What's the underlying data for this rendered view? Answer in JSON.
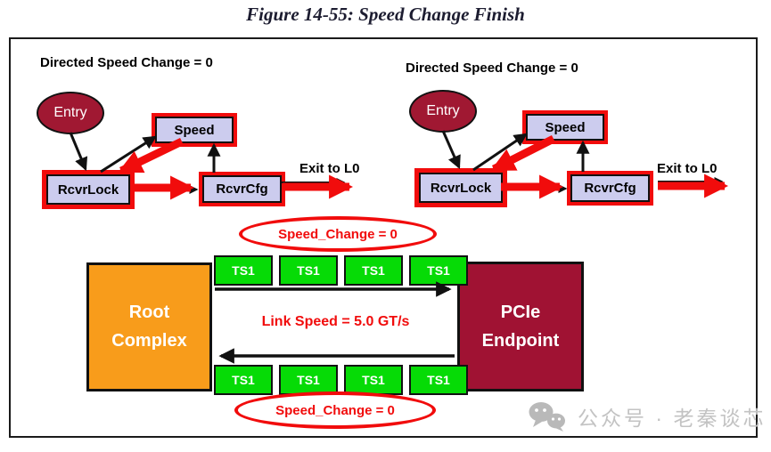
{
  "figure_title": "Figure 14-55: Speed Change Finish",
  "colors": {
    "red": "#F10C0C",
    "dark_red": "#A01832",
    "orange": "#F89C1B",
    "green": "#06DB06",
    "lavender": "#CCCCEE",
    "watermark_gray": "#C3C3C3"
  },
  "state_diagrams": [
    {
      "label": "Directed Speed Change = 0",
      "entry": "Entry",
      "speed": "Speed",
      "rcvr_lock": "RcvrLock",
      "rcvr_cfg": "RcvrCfg",
      "exit_label": "Exit to L0"
    },
    {
      "label": "Directed Speed Change = 0",
      "entry": "Entry",
      "speed": "Speed",
      "rcvr_lock": "RcvrLock",
      "rcvr_cfg": "RcvrCfg",
      "exit_label": "Exit to L0"
    }
  ],
  "link_diagram": {
    "speed_change_top": "Speed_Change = 0",
    "speed_change_bottom": "Speed_Change = 0",
    "root_complex_line1": "Root",
    "root_complex_line2": "Complex",
    "endpoint_line1": "PCIe",
    "endpoint_line2": "Endpoint",
    "link_speed": "Link Speed = 5.0 GT/s",
    "ts1_top": [
      "TS1",
      "TS1",
      "TS1",
      "TS1"
    ],
    "ts1_bottom": [
      "TS1",
      "TS1",
      "TS1",
      "TS1"
    ]
  },
  "watermark": {
    "icon": "wechat-icon",
    "text": "公众号 · 老秦谈芯"
  }
}
